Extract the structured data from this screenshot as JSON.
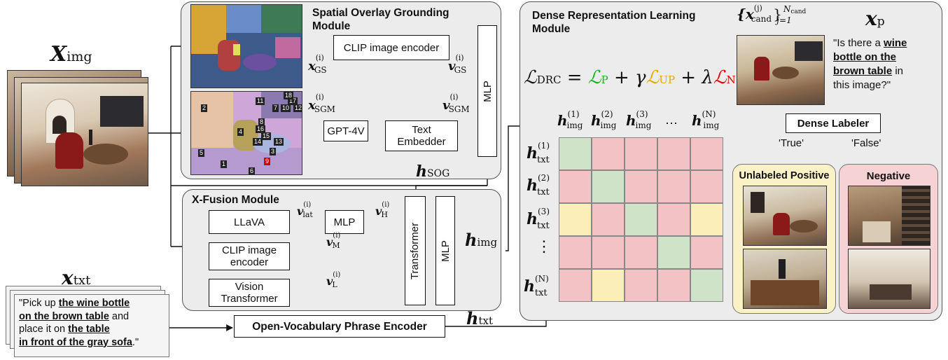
{
  "inputs": {
    "x_img": "X",
    "x_img_sub": "img",
    "x_txt": "x",
    "x_txt_sub": "txt",
    "instruction_parts": [
      {
        "text": "\"Pick up ",
        "bold": false
      },
      {
        "text": "the wine bottle",
        "bold": true
      },
      {
        "text": "on the brown table",
        "bold": true
      },
      {
        "text": " and",
        "bold": false
      },
      {
        "text": "place it on ",
        "bold": false
      },
      {
        "text": "the table",
        "bold": true
      },
      {
        "text": "in front of the gray sofa",
        "bold": true
      },
      {
        "text": ".\"",
        "bold": false
      }
    ]
  },
  "sog_module": {
    "title_line1": "Spatial Overlay Grounding",
    "title_line2": "Module",
    "clip_encoder": "CLIP image encoder",
    "gpt4v": "GPT-4V",
    "text_embedder_line1": "Text",
    "text_embedder_line2": "Embedder",
    "mlp": "MLP",
    "x_gs": "x",
    "x_gs_sub": "GS",
    "x_sgm": "x",
    "x_sgm_sub": "SGM",
    "v_gs": "v",
    "v_gs_sub": "GS",
    "v_sgm": "v",
    "v_sgm_sub": "SGM",
    "sup_i": "(i)",
    "h_sog": "h",
    "h_sog_sub": "SOG",
    "mark_numbers": [
      "2",
      "5",
      "1",
      "4",
      "6",
      "3",
      "9",
      "13",
      "14",
      "15",
      "16",
      "8",
      "7",
      "11",
      "10",
      "12",
      "17",
      "18"
    ]
  },
  "xfusion_module": {
    "title": "X-Fusion Module",
    "llava": "LLaVA",
    "mlp1": "MLP",
    "clip_line1": "CLIP image",
    "clip_line2": "encoder",
    "vit_line1": "Vision",
    "vit_line2": "Transformer",
    "transformer": "Transformer",
    "mlp2": "MLP",
    "v_lat": "v",
    "v_lat_sub": "lat",
    "v_h": "v",
    "v_h_sub": "H",
    "v_m": "v",
    "v_m_sub": "M",
    "v_l": "v",
    "v_l_sub": "L",
    "sup_i": "(i)",
    "h_img": "h",
    "h_img_sub": "img",
    "h_txt": "h",
    "h_txt_sub": "txt"
  },
  "phrase_encoder": "Open-Vocabulary Phrase Encoder",
  "drl_module": {
    "title_line1": "Dense Representation Learning",
    "title_line2": "Module",
    "loss_lhs": "ℒ",
    "loss_lhs_sub": "DRC",
    "loss_eq": " = ",
    "loss_p": "ℒ",
    "loss_p_sub": "P",
    "loss_plus1": " + γ",
    "loss_up": "ℒ",
    "loss_up_sub": "UP",
    "loss_plus2": " + λ",
    "loss_n": "ℒ",
    "loss_n_sub": "N",
    "cand_set": "{x",
    "cand_sub": "cand",
    "cand_sup": "(j)",
    "cand_range_sup": "N",
    "cand_range_sup_sub": "cand",
    "cand_range_sub": "j=1",
    "x_p": "x",
    "x_p_sub": "p",
    "question_parts": [
      {
        "text": "\"Is there a ",
        "bold": false
      },
      {
        "text": "wine",
        "bold": true
      },
      {
        "text": "bottle on the",
        "bold": true
      },
      {
        "text": "brown table",
        "bold": true
      },
      {
        "text": " in",
        "bold": false
      },
      {
        "text": "this image?\"",
        "bold": false
      }
    ],
    "dense_labeler": "Dense Labeler",
    "true_label": "'True'",
    "false_label": "'False'",
    "unlabeled_positive": "Unlabeled Positive",
    "negative": "Negative",
    "col_headers": [
      "(1)",
      "(2)",
      "(3)",
      "⋯",
      "(N)"
    ],
    "row_headers": [
      "(1)",
      "(2)",
      "(3)",
      "⋮",
      "(N)"
    ],
    "h_img_sym": "h",
    "h_img_sub": "img",
    "h_txt_sym": "h",
    "h_txt_sub": "txt",
    "matrix": [
      [
        "pos",
        "neg",
        "neg",
        "neg",
        "neg"
      ],
      [
        "neg",
        "pos",
        "neg",
        "neg",
        "neg"
      ],
      [
        "up",
        "neg",
        "pos",
        "neg",
        "up"
      ],
      [
        "neg",
        "neg",
        "neg",
        "pos",
        "neg"
      ],
      [
        "neg",
        "up",
        "neg",
        "neg",
        "pos"
      ]
    ]
  },
  "colors": {
    "pos": "#cfe3c8",
    "neg": "#f3c2c4",
    "up": "#fbeeb8",
    "loss_p": "#19b319",
    "loss_up": "#e5a800",
    "loss_n": "#e00000",
    "up_panel": "#fbf1c6",
    "neg_panel": "#f6d2d4"
  }
}
